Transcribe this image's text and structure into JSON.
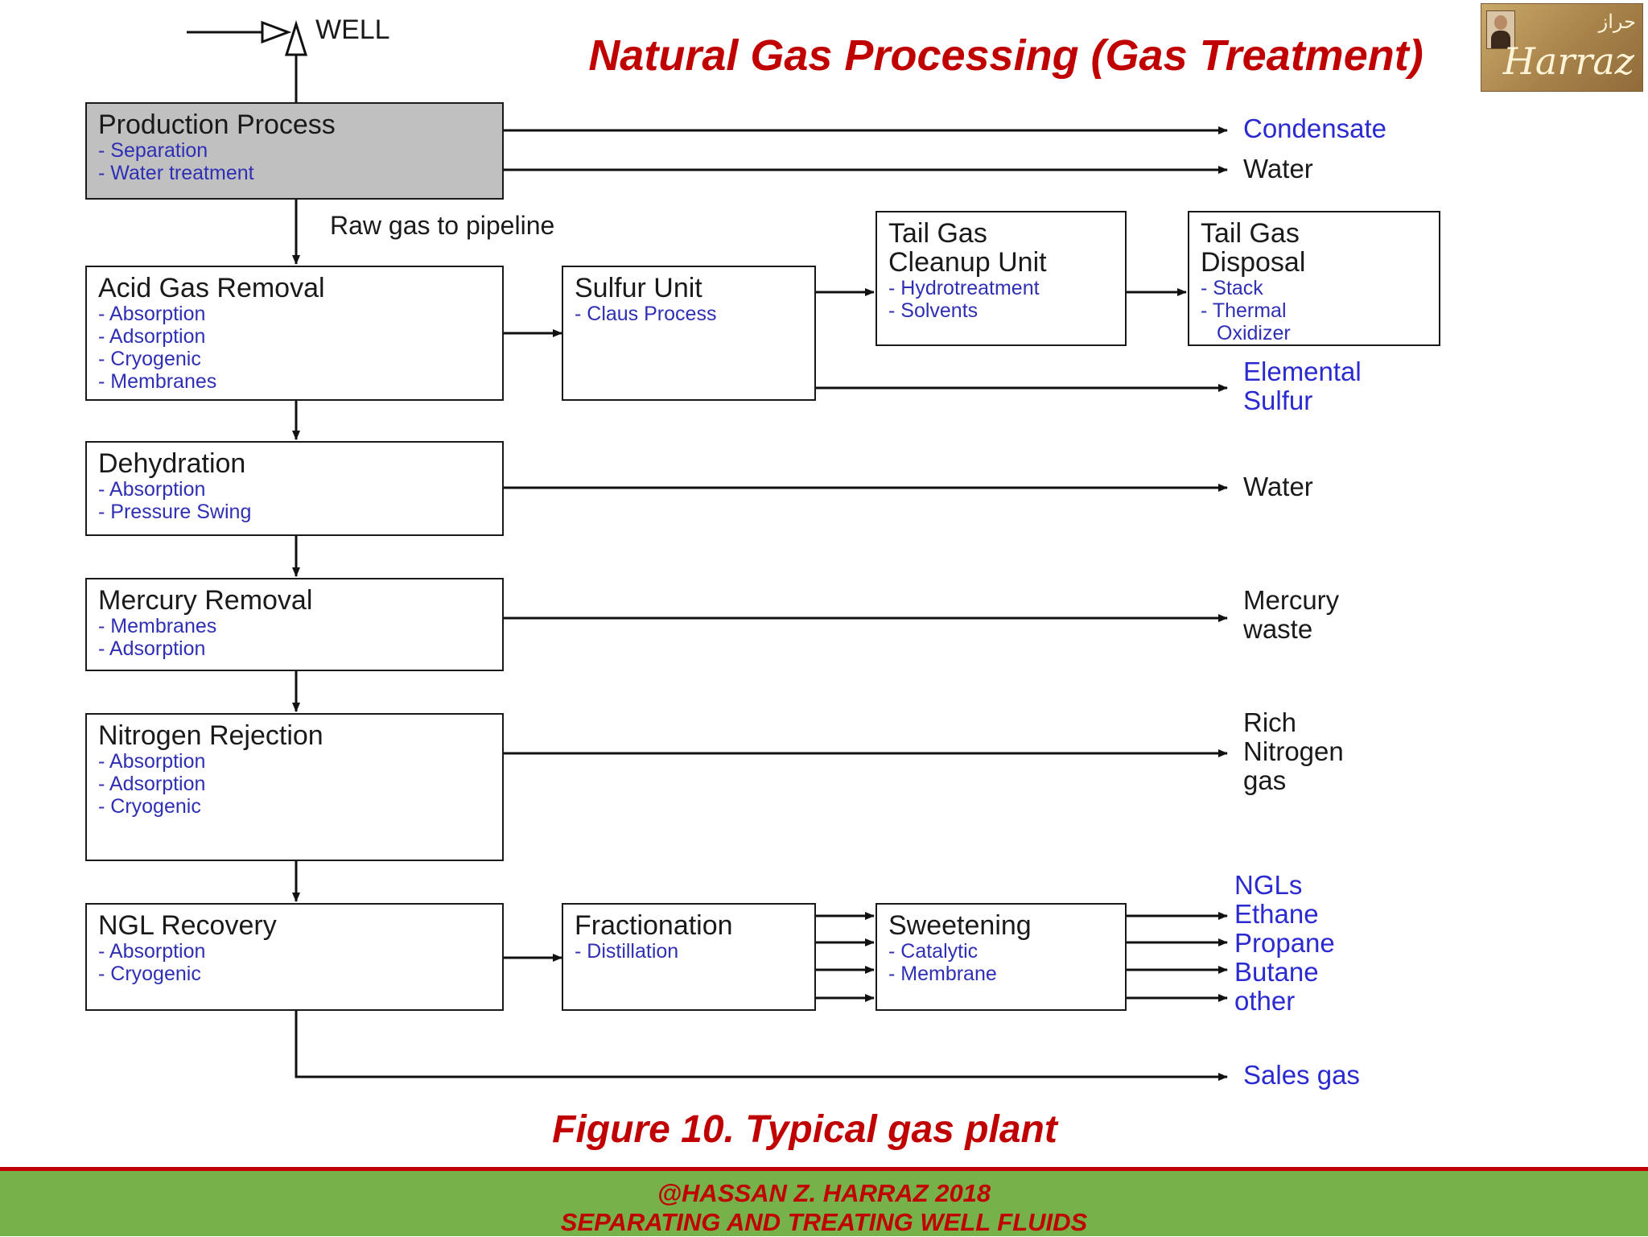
{
  "title": "Natural Gas Processing (Gas Treatment)",
  "logo": {
    "latin": "Harraz",
    "arabic": "حراز"
  },
  "well_label": "WELL",
  "pipeline_label": "Raw gas to pipeline",
  "nodes": {
    "production": {
      "title": "Production Process",
      "items": [
        "- Separation",
        "- Water treatment"
      ]
    },
    "acid": {
      "title": "Acid Gas Removal",
      "items": [
        "- Absorption",
        "- Adsorption",
        "- Cryogenic",
        "- Membranes"
      ]
    },
    "sulfur": {
      "title": "Sulfur Unit",
      "items": [
        "- Claus Process"
      ]
    },
    "tailclean": {
      "title_lines": [
        "Tail Gas",
        "Cleanup Unit"
      ],
      "items": [
        "- Hydrotreatment",
        "- Solvents"
      ]
    },
    "taildisp": {
      "title_lines": [
        "Tail Gas",
        "Disposal"
      ],
      "items": [
        "- Stack",
        "- Thermal",
        "Oxidizer"
      ]
    },
    "dehydration": {
      "title": "Dehydration",
      "items": [
        "- Absorption",
        "- Pressure Swing"
      ]
    },
    "mercury": {
      "title": "Mercury Removal",
      "items": [
        "- Membranes",
        "- Adsorption"
      ]
    },
    "nitrogen": {
      "title": "Nitrogen Rejection",
      "items": [
        "- Absorption",
        "- Adsorption",
        "- Cryogenic"
      ]
    },
    "ngl": {
      "title": "NGL Recovery",
      "items": [
        "- Absorption",
        "- Cryogenic"
      ]
    },
    "fractionation": {
      "title": "Fractionation",
      "items": [
        "- Distillation"
      ]
    },
    "sweetening": {
      "title": "Sweetening",
      "items": [
        "- Catalytic",
        "- Membrane"
      ]
    }
  },
  "outputs": {
    "condensate": "Condensate",
    "water1": "Water",
    "elemental_sulfur": [
      "Elemental",
      "Sulfur"
    ],
    "water2": "Water",
    "mercury_waste": [
      "Mercury",
      "waste"
    ],
    "rich_nitrogen": [
      "Rich",
      "Nitrogen",
      "gas"
    ],
    "ngl_products": [
      "NGLs",
      "Ethane",
      "Propane",
      "Butane",
      "other"
    ],
    "sales_gas": "Sales gas"
  },
  "caption": "Figure 10. Typical gas plant",
  "footer": {
    "line1": "@HASSAN Z. HARRAZ 2018",
    "line2": "SEPARATING AND TREATING WELL FLUIDS"
  },
  "colors": {
    "title_red": "#c00000",
    "output_blue": "#2a2ad0",
    "item_blue": "#2f2fb5",
    "footer_green": "#76b14a"
  }
}
